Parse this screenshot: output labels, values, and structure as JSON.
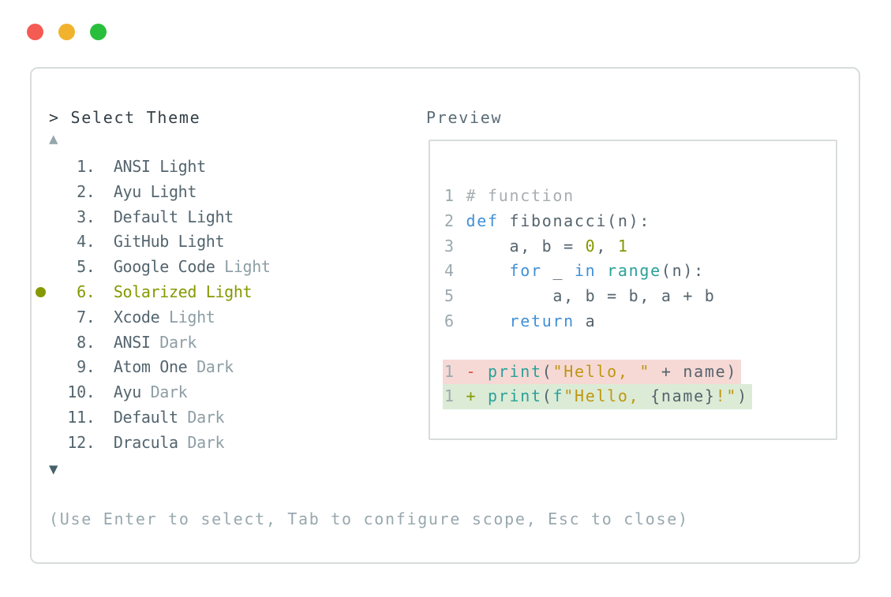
{
  "window": {
    "traffic_lights": [
      {
        "name": "close",
        "color": "#f45b52"
      },
      {
        "name": "minimize",
        "color": "#f1b32e"
      },
      {
        "name": "maximize",
        "color": "#29bf3d"
      }
    ]
  },
  "header": {
    "title": "> Select Theme"
  },
  "theme_list": {
    "scroll_up_icon": "▲",
    "scroll_down_icon": "▼",
    "selected_number": 6,
    "items": [
      {
        "num": 1,
        "name": "ANSI Light",
        "suffix": "",
        "muted_suffix": false,
        "selected": false
      },
      {
        "num": 2,
        "name": "Ayu Light",
        "suffix": "",
        "muted_suffix": false,
        "selected": false
      },
      {
        "num": 3,
        "name": "Default Light",
        "suffix": "",
        "muted_suffix": false,
        "selected": false
      },
      {
        "num": 4,
        "name": "GitHub Light",
        "suffix": "",
        "muted_suffix": false,
        "selected": false
      },
      {
        "num": 5,
        "name": "Google Code",
        "suffix": " Light",
        "muted_suffix": true,
        "selected": false
      },
      {
        "num": 6,
        "name": "Solarized Light",
        "suffix": "",
        "muted_suffix": false,
        "selected": true
      },
      {
        "num": 7,
        "name": "Xcode",
        "suffix": " Light",
        "muted_suffix": true,
        "selected": false
      },
      {
        "num": 8,
        "name": "ANSI",
        "suffix": " Dark",
        "muted_suffix": true,
        "selected": false
      },
      {
        "num": 9,
        "name": "Atom One",
        "suffix": " Dark",
        "muted_suffix": true,
        "selected": false
      },
      {
        "num": 10,
        "name": "Ayu",
        "suffix": " Dark",
        "muted_suffix": true,
        "selected": false
      },
      {
        "num": 11,
        "name": "Default",
        "suffix": " Dark",
        "muted_suffix": true,
        "selected": false
      },
      {
        "num": 12,
        "name": "Dracula",
        "suffix": " Dark",
        "muted_suffix": true,
        "selected": false
      }
    ]
  },
  "preview": {
    "label": "Preview",
    "code_lines": [
      {
        "ln": "1",
        "diff": "",
        "tokens": [
          {
            "t": "# function",
            "c": "comment"
          }
        ]
      },
      {
        "ln": "2",
        "diff": "",
        "tokens": [
          {
            "t": "def",
            "c": "kw"
          },
          {
            "t": " fibonacci(n):",
            "c": "code"
          }
        ]
      },
      {
        "ln": "3",
        "diff": "",
        "tokens": [
          {
            "t": "    a, b = ",
            "c": "code"
          },
          {
            "t": "0",
            "c": "num"
          },
          {
            "t": ", ",
            "c": "code"
          },
          {
            "t": "1",
            "c": "num"
          }
        ]
      },
      {
        "ln": "4",
        "diff": "",
        "tokens": [
          {
            "t": "    ",
            "c": "code"
          },
          {
            "t": "for",
            "c": "kw"
          },
          {
            "t": " _ ",
            "c": "code"
          },
          {
            "t": "in",
            "c": "kw"
          },
          {
            "t": " ",
            "c": "code"
          },
          {
            "t": "range",
            "c": "fn"
          },
          {
            "t": "(n):",
            "c": "code"
          }
        ]
      },
      {
        "ln": "5",
        "diff": "",
        "tokens": [
          {
            "t": "        a, b = b, a + b",
            "c": "code"
          }
        ]
      },
      {
        "ln": "6",
        "diff": "",
        "tokens": [
          {
            "t": "    ",
            "c": "code"
          },
          {
            "t": "return",
            "c": "kw"
          },
          {
            "t": " a",
            "c": "code"
          }
        ]
      },
      {
        "ln": "",
        "diff": "",
        "tokens": []
      },
      {
        "ln": "1",
        "diff": "removed",
        "tokens": [
          {
            "t": "-",
            "c": "minus"
          },
          {
            "t": " ",
            "c": "code"
          },
          {
            "t": "print",
            "c": "fn"
          },
          {
            "t": "(",
            "c": "code"
          },
          {
            "t": "\"Hello, \"",
            "c": "str"
          },
          {
            "t": " + name)",
            "c": "code"
          }
        ]
      },
      {
        "ln": "1",
        "diff": "added",
        "tokens": [
          {
            "t": "+",
            "c": "plus"
          },
          {
            "t": " ",
            "c": "code"
          },
          {
            "t": "print",
            "c": "fn"
          },
          {
            "t": "(",
            "c": "code"
          },
          {
            "t": "f",
            "c": "fn"
          },
          {
            "t": "\"Hello, ",
            "c": "str"
          },
          {
            "t": "{name}",
            "c": "code"
          },
          {
            "t": "!\"",
            "c": "str"
          },
          {
            "t": ")",
            "c": "code"
          }
        ]
      }
    ]
  },
  "footer": {
    "hint": "(Use Enter to select, Tab to configure scope, Esc to close)"
  },
  "colors": {
    "panel_border": "#d8dcdd",
    "header_text": "#343f46",
    "item_text": "#54656f",
    "item_suffix_muted": "#8e9ea5",
    "selected_accent": "#859900",
    "scroll_up": "#95a6ac",
    "scroll_down": "#46606c",
    "hint_text": "#98a8ae",
    "line_number": "#9ba9af",
    "comment": "#a7aeb1",
    "keyword": "#4190d7",
    "function": "#2aa198",
    "number_literal": "#859900",
    "string_literal": "#bf9712",
    "diff_minus": "#dc4a41",
    "diff_plus": "#859900",
    "diff_removed_bg": "#f6d9d5",
    "diff_added_bg": "#dcebd6",
    "traffic_red": "#f45b52",
    "traffic_yellow": "#f1b32e",
    "traffic_green": "#29bf3d"
  }
}
